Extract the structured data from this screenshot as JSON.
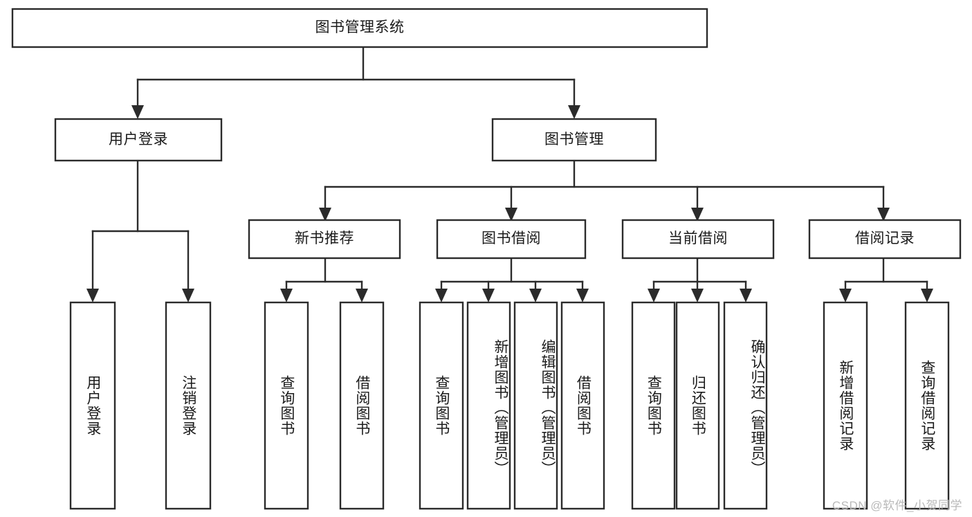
{
  "diagram": {
    "title": "图书管理系统",
    "type": "tree-hierarchy-chart",
    "root": {
      "label": "图书管理系统"
    },
    "level2": [
      {
        "label": "用户登录"
      },
      {
        "label": "图书管理"
      }
    ],
    "level3": [
      {
        "label": "新书推荐"
      },
      {
        "label": "图书借阅"
      },
      {
        "label": "当前借阅"
      },
      {
        "label": "借阅记录"
      }
    ],
    "leaves": {
      "user_login": [
        {
          "label": "用户登录"
        },
        {
          "label": "注销登录"
        }
      ],
      "new_book_recommend": [
        {
          "label": "查询图书"
        },
        {
          "label": "借阅图书"
        }
      ],
      "book_borrow": [
        {
          "label": "查询图书"
        },
        {
          "label": "新增图书（管理员）"
        },
        {
          "label": "编辑图书（管理员）"
        },
        {
          "label": "借阅图书"
        }
      ],
      "current_borrow": [
        {
          "label": "查询图书"
        },
        {
          "label": "归还图书"
        },
        {
          "label": "确认归还（管理员）"
        }
      ],
      "borrow_record": [
        {
          "label": "新增借阅记录"
        },
        {
          "label": "查询借阅记录"
        }
      ]
    }
  },
  "watermark": {
    "text": "CSDN @软件_小贺同学"
  },
  "colors": {
    "box_stroke": "#2b2b2b",
    "box_fill": "#ffffff",
    "text": "#1a1a1a",
    "watermark": "#b9b9b9",
    "background": "#ffffff"
  }
}
